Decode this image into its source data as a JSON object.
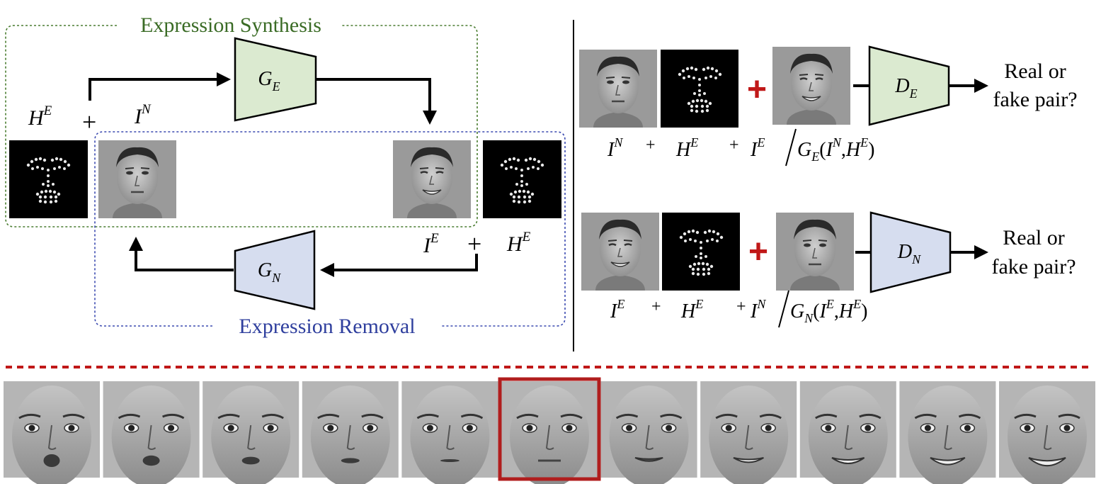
{
  "synthesis_box": {
    "title": "Expression Synthesis",
    "color": "#3a6b25"
  },
  "removal_box": {
    "title": "Expression Removal",
    "color": "#2f3f9e"
  },
  "generators": {
    "ge": {
      "main": "G",
      "sub": "E",
      "fill": "#dbead0"
    },
    "gn": {
      "main": "G",
      "sub": "N",
      "fill": "#d6ddef"
    }
  },
  "left_labels": {
    "he_left": {
      "main": "H",
      "sup": "E"
    },
    "in_left": {
      "main": "I",
      "sup": "N"
    },
    "ie_left": {
      "main": "I",
      "sup": "E"
    },
    "he_right": {
      "main": "H",
      "sup": "E"
    },
    "plus": "+"
  },
  "discriminators": {
    "de": {
      "main": "D",
      "sub": "E",
      "fill": "#dbead0",
      "question_line1": "Real or",
      "question_line2": "fake pair?"
    },
    "dn": {
      "main": "D",
      "sub": "N",
      "fill": "#d6ddef",
      "question_line1": "Real or",
      "question_line2": "fake pair?"
    }
  },
  "formulas": {
    "top": {
      "t1": "I",
      "t1_sup": "N",
      "t2": "H",
      "t2_sup": "E",
      "t3": "I",
      "t3_sup": "E",
      "g": "G",
      "g_sub": "E",
      "a1": "I",
      "a1_sup": "N",
      "a2": "H",
      "a2_sup": "E",
      "plus": "+",
      "open": "(",
      "comma": ",",
      "close": ")"
    },
    "bottom": {
      "t1": "I",
      "t1_sup": "E",
      "t2": "H",
      "t2_sup": "E",
      "t3": "I",
      "t3_sup": "N",
      "g": "G",
      "g_sub": "N",
      "a1": "I",
      "a1_sup": "E",
      "a2": "H",
      "a2_sup": "E",
      "plus": "+",
      "open": "(",
      "comma": ",",
      "close": ")"
    }
  },
  "red_plus": "+",
  "sequence": {
    "frame_count": 11,
    "highlighted_index": 5,
    "highlight_color": "#b01e1e"
  },
  "colors": {
    "red": "#c01818",
    "black": "#000000",
    "heatmap_bg": "#000000",
    "photo_bg": "#9a9a9a"
  }
}
